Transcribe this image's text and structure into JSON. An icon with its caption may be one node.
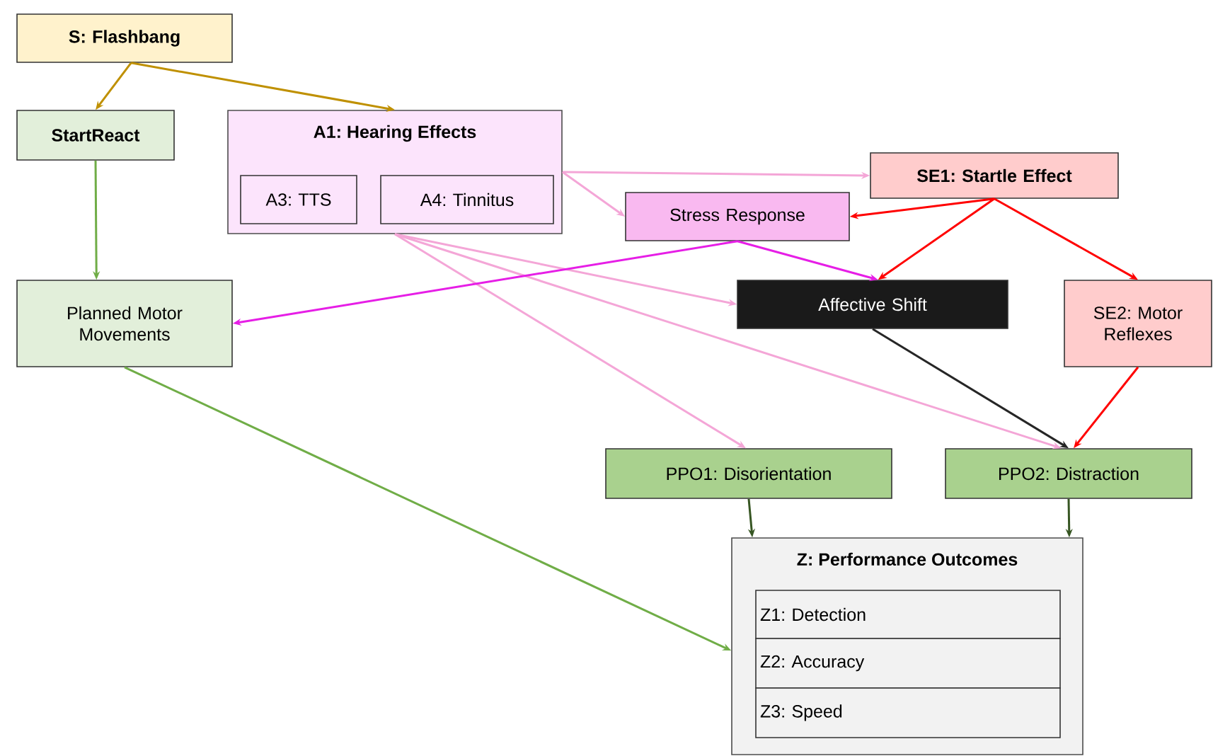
{
  "diagram": {
    "nodes": [
      {
        "text": [
          "S: Flashbang"
        ]
      },
      {
        "text": [
          "StartReact"
        ]
      },
      {
        "text": [
          "A1: Hearing Effects"
        ]
      },
      {
        "text": [
          "A3: TTS"
        ],
        "in": 2
      },
      {
        "text": [
          "A4: Tinnitus"
        ],
        "in": 2
      },
      {
        "text": [
          "SE1: Startle Effect"
        ]
      },
      {
        "text": [
          "Stress Response"
        ]
      },
      {
        "text": [
          "Planned Motor Movements"
        ]
      },
      {
        "text": [
          "Affective Shift"
        ]
      },
      {
        "text": [
          "SE2: Motor Reflexes"
        ]
      },
      {
        "text": [
          "PPO1: Disorientation"
        ]
      },
      {
        "text": [
          "PPO2: Distraction"
        ]
      },
      {
        "text": [
          "Z: Performance Outcomes"
        ]
      },
      {
        "text": [
          "Z1: Detection"
        ],
        "in": 12
      },
      {
        "text": [
          "Z2: Accuracy"
        ],
        "in": 12
      },
      {
        "text": [
          "Z3: Speed"
        ],
        "in": 12
      }
    ],
    "edges": [
      {
        "from": 0,
        "to": 1,
        "arrow": "to",
        "color": "#bf9000"
      },
      {
        "from": 0,
        "to": 2,
        "arrow": "to",
        "color": "#bf9000"
      },
      {
        "from": 1,
        "to": 7,
        "arrow": "to",
        "color": "#70ad47"
      },
      {
        "from": 2,
        "to": 5,
        "arrow": "to",
        "color": "#f4a6d7"
      },
      {
        "from": 2,
        "to": 6,
        "arrow": "to",
        "color": "#f4a6d7"
      },
      {
        "from": 2,
        "to": 8,
        "arrow": "to",
        "color": "#f4a6d7"
      },
      {
        "from": 2,
        "to": 10,
        "arrow": "to",
        "color": "#f4a6d7"
      },
      {
        "from": 2,
        "to": 11,
        "arrow": "to",
        "color": "#f4a6d7"
      },
      {
        "from": 5,
        "to": 6,
        "arrow": "to",
        "color": "#ff0000"
      },
      {
        "from": 5,
        "to": 8,
        "arrow": "to",
        "color": "#ff0000"
      },
      {
        "from": 5,
        "to": 9,
        "arrow": "to",
        "color": "#ff0000"
      },
      {
        "from": 6,
        "to": 7,
        "arrow": "to",
        "color": "#e61ee6"
      },
      {
        "from": 6,
        "to": 8,
        "arrow": "to",
        "color": "#e61ee6"
      },
      {
        "from": 8,
        "to": 11,
        "arrow": "to",
        "color": "#262626"
      },
      {
        "from": 9,
        "to": 11,
        "arrow": "to",
        "color": "#ff0000"
      },
      {
        "from": 7,
        "to": 12,
        "arrow": "to",
        "color": "#70ad47"
      },
      {
        "from": 10,
        "to": 12,
        "arrow": "to",
        "color": "#375623"
      },
      {
        "from": 11,
        "to": 12,
        "arrow": "to",
        "color": "#375623"
      }
    ]
  }
}
